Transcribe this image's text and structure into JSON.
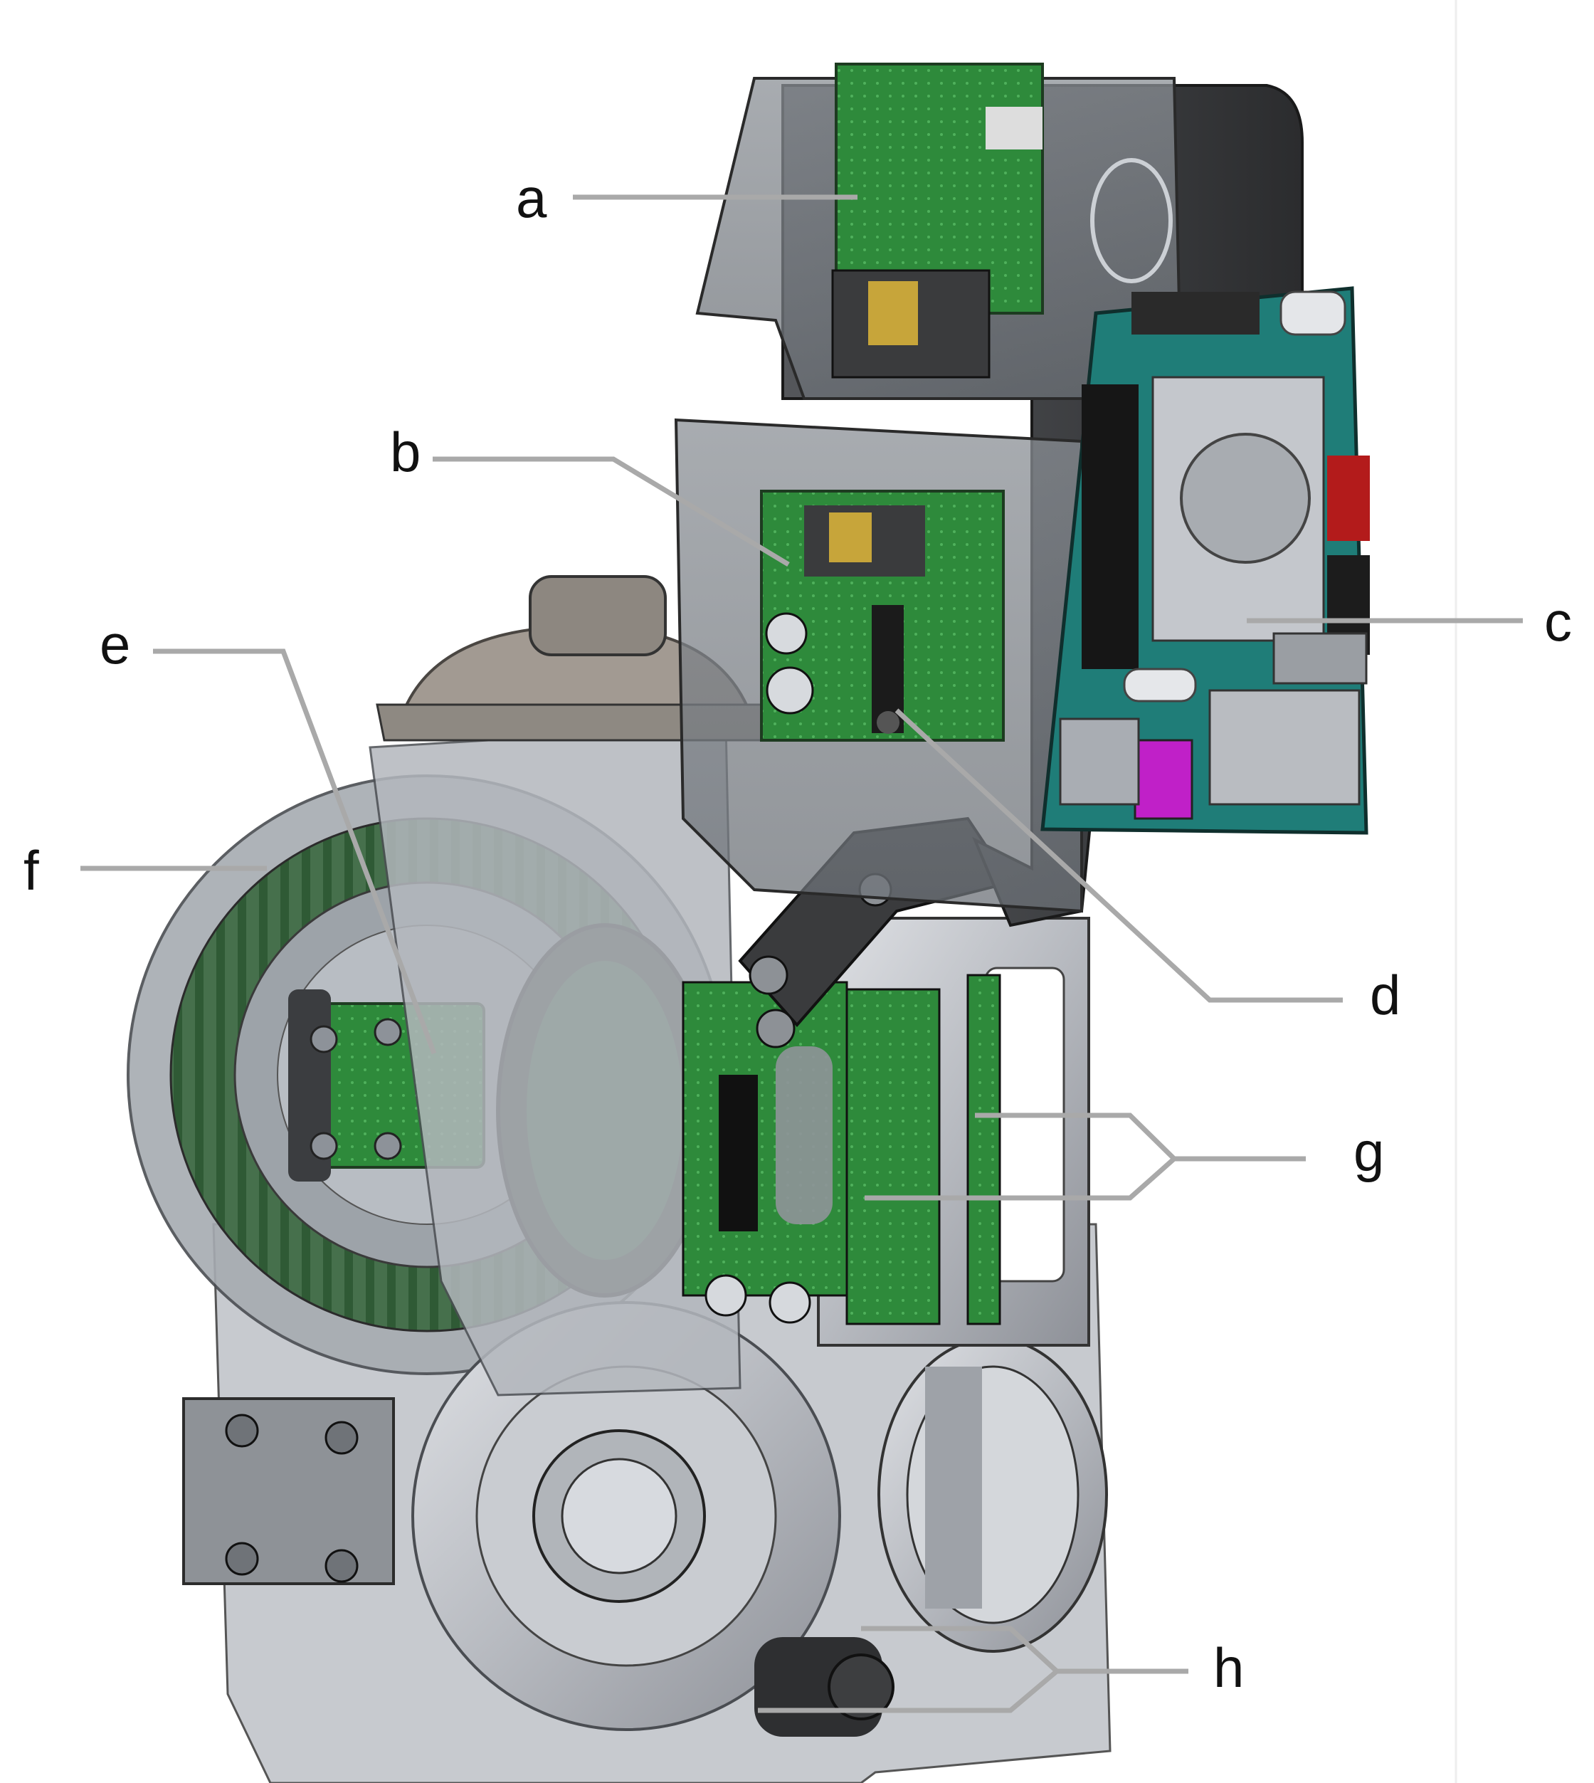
{
  "figure": {
    "colors": {
      "background": "#ffffff",
      "leader_line": "#a9a9a9",
      "label_text": "#111111",
      "pcb_green": "#2f8a3a",
      "aluminum": "#b9bcc2",
      "dark_housing": "#3a3a3c",
      "transparent_shell": "#9aa0a8",
      "teal_board": "#1f7d78",
      "magenta_connector": "#c020c8"
    },
    "callouts": {
      "a": "a",
      "b": "b",
      "c": "c",
      "d": "d",
      "e": "e",
      "f": "f",
      "g": "g",
      "h": "h"
    }
  }
}
